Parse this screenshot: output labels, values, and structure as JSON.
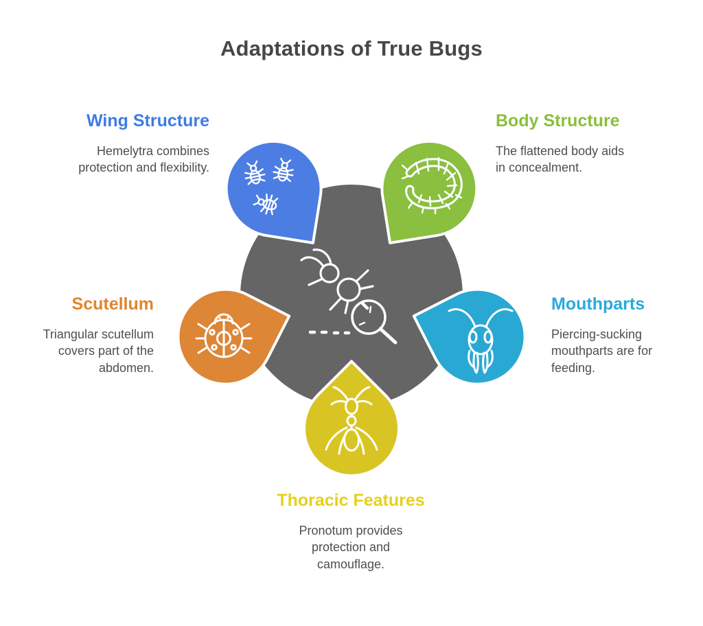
{
  "title": "Adaptations of True Bugs",
  "title_color": "#474747",
  "text_color": "#4b4e53",
  "center": {
    "icon": "bug-search-icon",
    "color": "#656565"
  },
  "sections": [
    {
      "id": "wing-structure",
      "label": "Wing Structure",
      "description": "Hemelytra combines\nprotection and flexibility.",
      "petal_color": "#4c7de2",
      "heading_color": "#3d7ce4",
      "icon": "lice-icon"
    },
    {
      "id": "body-structure",
      "label": "Body Structure",
      "description": "The flattened body aids\nin concealment.",
      "petal_color": "#8abf3f",
      "heading_color": "#8abf3a",
      "icon": "caterpillar-icon"
    },
    {
      "id": "scutellum",
      "label": "Scutellum",
      "description": "Triangular scutellum\ncovers part of the\nabdomen.",
      "petal_color": "#dc8636",
      "heading_color": "#e0852e",
      "icon": "ladybug-icon"
    },
    {
      "id": "mouthparts",
      "label": "Mouthparts",
      "description": "Piercing-sucking\nmouthparts are for\nfeeding.",
      "petal_color": "#29a8d3",
      "heading_color": "#29aada",
      "icon": "insect-head-icon"
    },
    {
      "id": "thoracic-features",
      "label": "Thoracic Features",
      "description": "Pronotum provides\nprotection and\ncamouflage.",
      "petal_color": "#d8c524",
      "heading_color": "#e6d01d",
      "icon": "ant-icon"
    }
  ]
}
